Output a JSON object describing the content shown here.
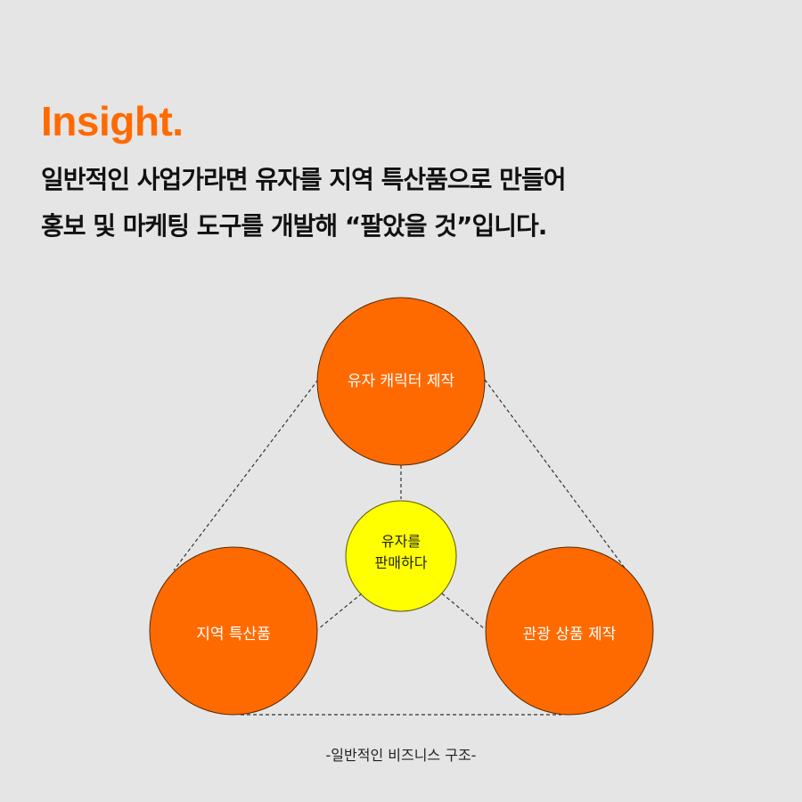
{
  "title": "Insight.",
  "headline": {
    "line1": "일반적인 사업가라면 유자를 지역 특산품으로 만들어",
    "line2": "홍보 및 마케팅 도구를 개발해 “팔았을 것”입니다."
  },
  "diagram": {
    "nodes": {
      "top": "유자 캐릭터 제작",
      "left": "지역 특산품",
      "right": "관광 상품 제작",
      "center_line1": "유자를",
      "center_line2": "판매하다"
    },
    "colors": {
      "outer_fill": "#ff6a00",
      "center_fill": "#ffff00",
      "accent_title": "#ff6a00",
      "background": "#e5e5e5"
    }
  },
  "caption": "-일반적인 비즈니스 구조-"
}
